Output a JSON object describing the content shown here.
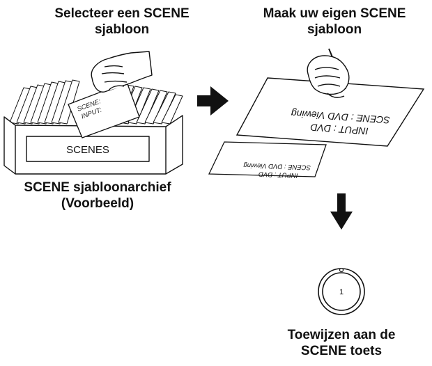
{
  "captions": {
    "select_line1": "Selecteer een SCENE",
    "select_line2": "sjabloon",
    "make_line1": "Maak uw eigen SCENE",
    "make_line2": "sjabloon",
    "archive_line1": "SCENE sjabloonarchief",
    "archive_line2": "(Voorbeeld)",
    "assign_line1": "Toewijzen aan de",
    "assign_line2": "SCENE toets"
  },
  "archive_box": {
    "label": "SCENES"
  },
  "held_card": {
    "line1": "SCENE:",
    "line2": "INPUT:"
  },
  "large_card": {
    "line1": "SCENE : DVD Viewing",
    "line2": "INPUT : DVD"
  },
  "small_card": {
    "line1": "SCENE : DVD Viewing",
    "line2": "INPUT : DVD"
  },
  "scene_key": {
    "number": "1"
  },
  "icons": [
    "pointing-hand-icon",
    "writing-hand-icon",
    "arrow-right-icon",
    "arrow-down-icon",
    "scene-key-icon"
  ]
}
